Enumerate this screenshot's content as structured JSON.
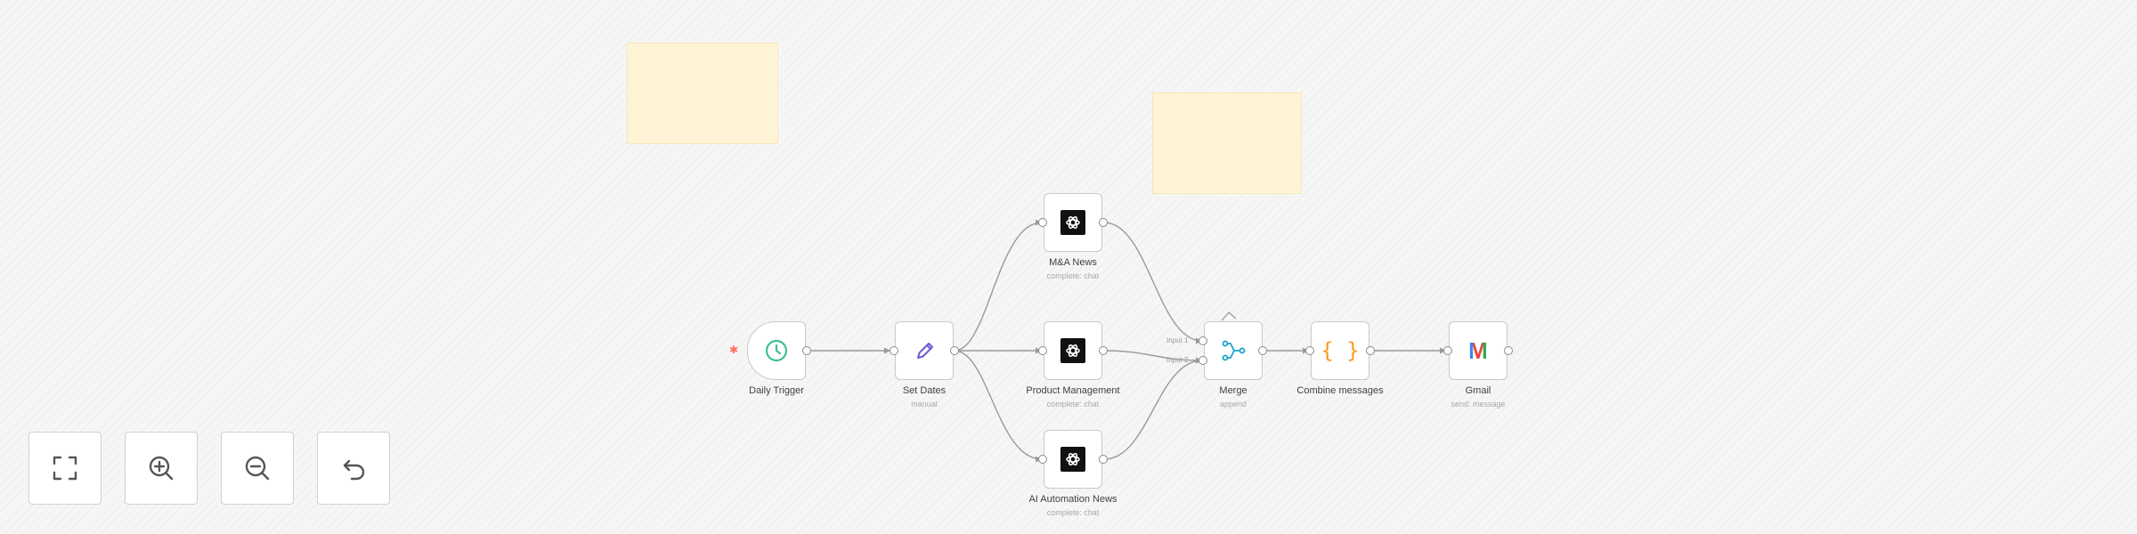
{
  "nodes": {
    "daily_trigger": {
      "title": "Daily Trigger",
      "subtitle": "",
      "icon": "clock-icon"
    },
    "set_dates": {
      "title": "Set Dates",
      "subtitle": "manual",
      "icon": "pencil-icon"
    },
    "m_a_news": {
      "title": "M&A News",
      "subtitle": "complete: chat",
      "icon": "openai-icon"
    },
    "product_management": {
      "title": "Product Management",
      "subtitle": "complete: chat",
      "icon": "openai-icon"
    },
    "ai_automation_news": {
      "title": "AI Automation News",
      "subtitle": "complete: chat",
      "icon": "openai-icon"
    },
    "merge": {
      "title": "Merge",
      "subtitle": "append",
      "icon": "merge-icon",
      "input1_label": "Input 1",
      "input2_label": "Input 2"
    },
    "combine_messages": {
      "title": "Combine messages",
      "subtitle": "",
      "icon": "code-braces-icon",
      "glyph": "{ }"
    },
    "gmail": {
      "title": "Gmail",
      "subtitle": "send: message",
      "icon": "gmail-icon",
      "glyph": "M"
    }
  },
  "controls": [
    {
      "name": "fit-to-view",
      "icon": "fullscreen-icon"
    },
    {
      "name": "zoom-in",
      "icon": "zoom-in-icon"
    },
    {
      "name": "zoom-out",
      "icon": "zoom-out-icon"
    },
    {
      "name": "reset-zoom",
      "icon": "undo-icon"
    }
  ],
  "colors": {
    "canvas_background": "#f6f6f6",
    "sticky_note": "#fff5d6",
    "trigger_accent": "#ff6d5a",
    "clock_green": "#3dbd99",
    "pencil_purple": "#6b5bd6",
    "merge_blue": "#1aa3c9",
    "code_orange": "#ff9a1f",
    "connection_gray": "#9a9a9a"
  }
}
